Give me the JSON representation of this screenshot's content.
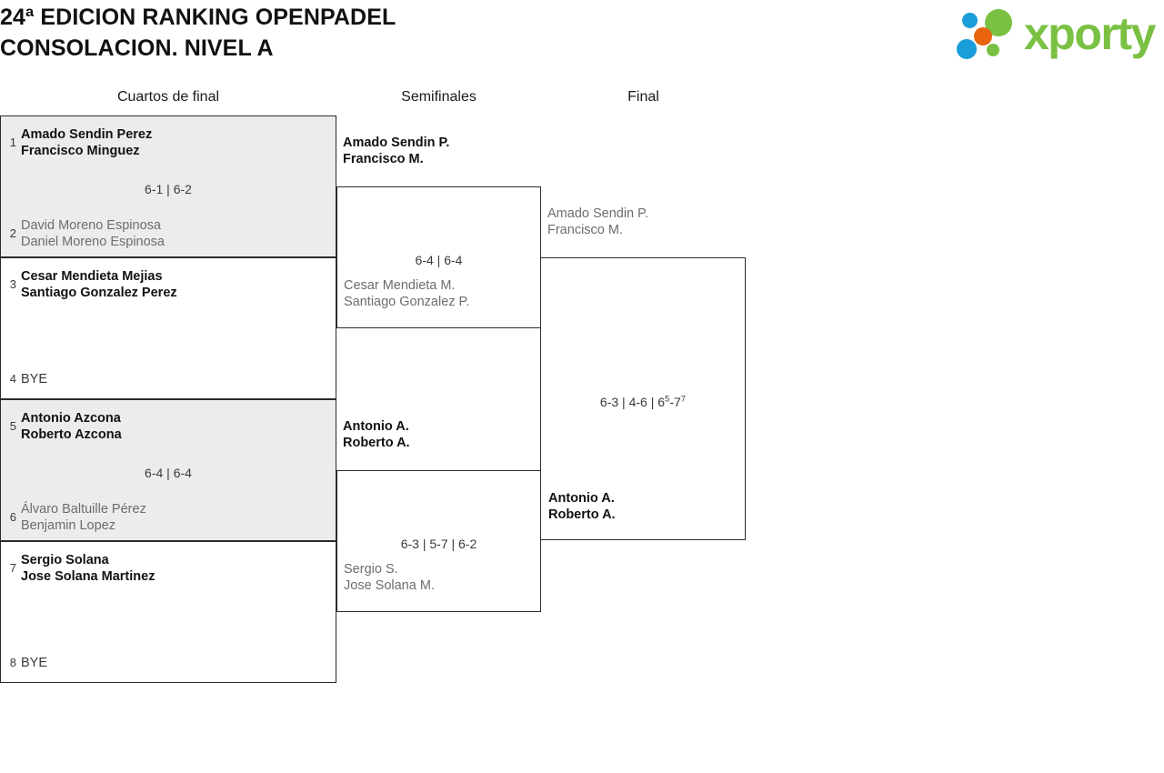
{
  "header": {
    "title_line1": "24ª EDICION RANKING OPENPADEL",
    "title_line2": "CONSOLACION. NIVEL A",
    "logo_word": "xporty",
    "logo_colors": {
      "green": "#7ac143",
      "blue": "#1b9dd9",
      "orange": "#e8650d"
    }
  },
  "rounds": [
    {
      "label": "Cuartos de final"
    },
    {
      "label": "Semifinales"
    },
    {
      "label": "Final"
    }
  ],
  "quarterfinals": [
    {
      "shaded": true,
      "top": {
        "seed": "1",
        "line1": "Amado Sendin Perez",
        "line2": "Francisco Minguez",
        "result": "winner"
      },
      "bottom": {
        "seed": "2",
        "line1": "David Moreno Espinosa",
        "line2": "Daniel Moreno Espinosa",
        "result": "loser"
      },
      "score": "6-1 | 6-2"
    },
    {
      "shaded": false,
      "top": {
        "seed": "3",
        "line1": "Cesar Mendieta Mejias",
        "line2": "Santiago Gonzalez Perez",
        "result": "winner"
      },
      "bottom": {
        "seed": "4",
        "line1": "BYE",
        "line2": "",
        "result": "bye"
      },
      "score": ""
    },
    {
      "shaded": true,
      "top": {
        "seed": "5",
        "line1": "Antonio Azcona",
        "line2": "Roberto Azcona",
        "result": "winner"
      },
      "bottom": {
        "seed": "6",
        "line1": "Álvaro Baltuille Pérez",
        "line2": "Benjamin Lopez",
        "result": "loser"
      },
      "score": "6-4 | 6-4"
    },
    {
      "shaded": false,
      "top": {
        "seed": "7",
        "line1": "Sergio Solana",
        "line2": "Jose Solana Martinez",
        "result": "winner"
      },
      "bottom": {
        "seed": "8",
        "line1": "BYE",
        "line2": "",
        "result": "bye"
      },
      "score": ""
    }
  ],
  "semifinals": [
    {
      "top": {
        "line1": "Amado Sendin P.",
        "line2": "Francisco M.",
        "result": "winner"
      },
      "bottom": {
        "line1": "Cesar Mendieta M.",
        "line2": "Santiago Gonzalez P.",
        "result": "loser"
      },
      "score": "6-4 | 6-4"
    },
    {
      "top": {
        "line1": "Antonio A.",
        "line2": "Roberto A.",
        "result": "winner"
      },
      "bottom": {
        "line1": "Sergio S.",
        "line2": "Jose Solana M.",
        "result": "loser"
      },
      "score": "6-3 | 5-7 | 6-2"
    }
  ],
  "final": {
    "top": {
      "line1": "Amado Sendin P.",
      "line2": "Francisco M.",
      "result": "loser"
    },
    "bottom": {
      "line1": "Antonio A.",
      "line2": "Roberto A.",
      "result": "winner"
    },
    "score_sets": "6-3 | 4-6 | 6",
    "score_tb_a": "5",
    "score_tb_mid": "-7",
    "score_tb_b": "7"
  }
}
